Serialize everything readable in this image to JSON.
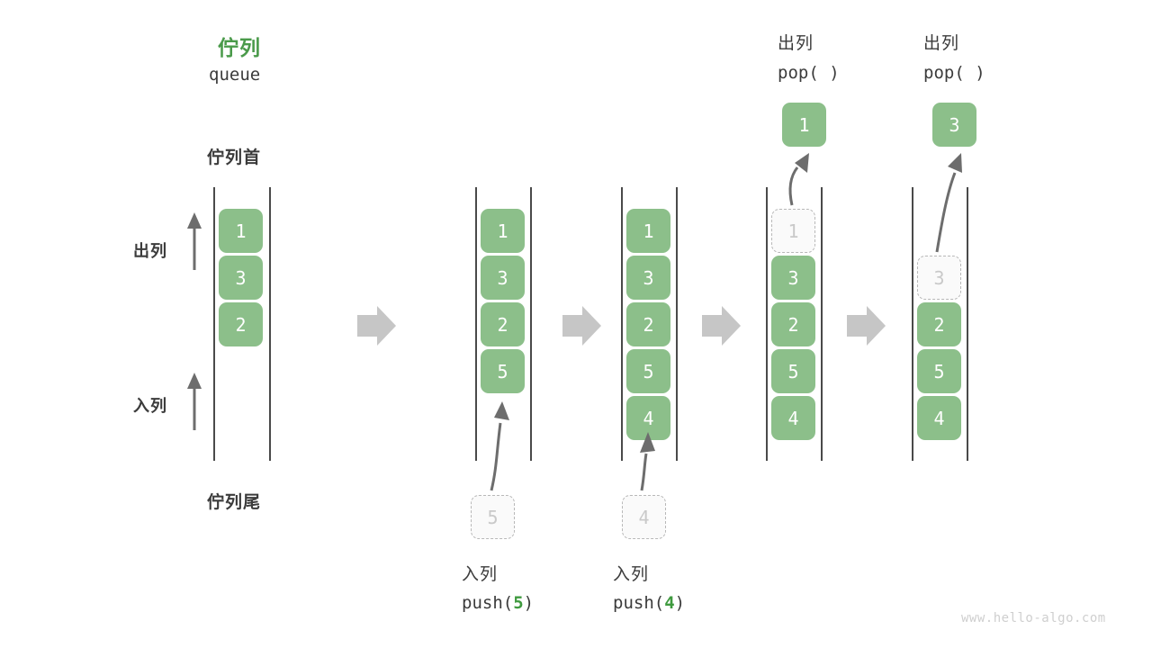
{
  "diagram": {
    "title_cn": "佇列",
    "title_en": "queue",
    "head_label": "佇列首",
    "tail_label": "佇列尾",
    "side_labels": {
      "dequeue": "出列",
      "enqueue": "入列"
    },
    "watermark": "www.hello-algo.com",
    "colors": {
      "accent_green": "#4a9a4a",
      "cell_green": "#8cbf8a",
      "ghost_fill": "#fafafa",
      "ghost_border": "#b8b8b8",
      "rail": "#4a4a4a",
      "big_arrow": "#c6c6c6",
      "thin_arrow": "#6d6d6d",
      "text": "#3b3b3b",
      "watermark": "#cfcfcf"
    }
  },
  "chart_data": {
    "type": "diagram",
    "title": "佇列 queue",
    "structure": "queue (FIFO)",
    "stages": [
      {
        "id": "initial",
        "caption_cn": "",
        "caption_code": "",
        "cells": [
          {
            "value": "1",
            "state": "filled"
          },
          {
            "value": "3",
            "state": "filled"
          },
          {
            "value": "2",
            "state": "filled"
          }
        ]
      },
      {
        "id": "push-5",
        "caption_cn": "入列",
        "caption_code": "push(",
        "caption_arg": "5",
        "caption_code_end": ")",
        "incoming_value": "5",
        "cells": [
          {
            "value": "1",
            "state": "filled"
          },
          {
            "value": "3",
            "state": "filled"
          },
          {
            "value": "2",
            "state": "filled"
          },
          {
            "value": "5",
            "state": "filled"
          }
        ]
      },
      {
        "id": "push-4",
        "caption_cn": "入列",
        "caption_code": "push(",
        "caption_arg": "4",
        "caption_code_end": ")",
        "incoming_value": "4",
        "cells": [
          {
            "value": "1",
            "state": "filled"
          },
          {
            "value": "3",
            "state": "filled"
          },
          {
            "value": "2",
            "state": "filled"
          },
          {
            "value": "5",
            "state": "filled"
          },
          {
            "value": "4",
            "state": "filled"
          }
        ]
      },
      {
        "id": "pop-1",
        "caption_cn": "出列",
        "caption_code": "pop( )",
        "popped_value": "1",
        "cells": [
          {
            "value": "1",
            "state": "ghost"
          },
          {
            "value": "3",
            "state": "filled"
          },
          {
            "value": "2",
            "state": "filled"
          },
          {
            "value": "5",
            "state": "filled"
          },
          {
            "value": "4",
            "state": "filled"
          }
        ]
      },
      {
        "id": "pop-3",
        "caption_cn": "出列",
        "caption_code": "pop( )",
        "popped_value": "3",
        "cells": [
          {
            "value": "3",
            "state": "ghost"
          },
          {
            "value": "2",
            "state": "filled"
          },
          {
            "value": "5",
            "state": "filled"
          },
          {
            "value": "4",
            "state": "filled"
          }
        ]
      }
    ]
  }
}
